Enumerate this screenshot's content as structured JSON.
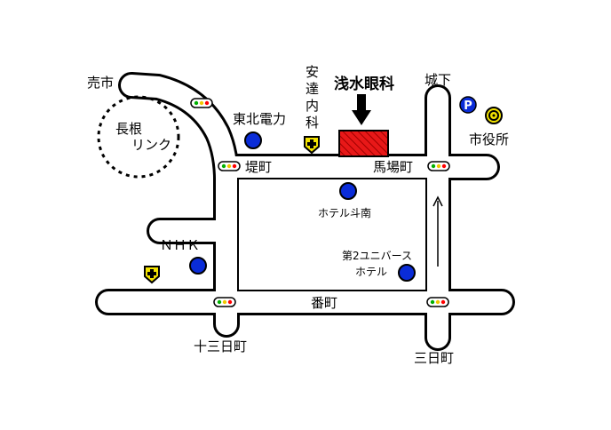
{
  "clinic": {
    "name": "浅水眼科"
  },
  "landmarks": {
    "urimachi": "売市",
    "nagane_rink": [
      "長根",
      "リンク"
    ],
    "adachi_naika": [
      "安",
      "達",
      "内",
      "科"
    ],
    "shirashita": "城下",
    "tohoku_denryoku": "東北電力",
    "city_hall": "市役所",
    "tsutsumimachi": "堤町",
    "babacho": "馬場町",
    "hotel_tonan": "ホテル斗南",
    "hotel_universe": [
      "第2ユニバース",
      "ホテル"
    ],
    "nhk": "ＮＨＫ",
    "bancho": "番町",
    "jusannichimachi": "十三日町",
    "mikkamachi": "三日町",
    "parking_letter": "P"
  },
  "colors": {
    "clinic_fill": "#e81818",
    "clinic_hatch": "#a00000",
    "blue_marker": "#0a2cd8",
    "hospital_marker": "#f2e200",
    "signal_red": "#ff0000",
    "signal_green": "#00b000",
    "signal_yellow": "#f0c800",
    "road_fill": "#ffffff",
    "road_stroke": "#000000"
  },
  "icons": {
    "parking": "parking-icon",
    "city_hall": "city-hall-icon",
    "hospital": "hospital-icon",
    "traffic_signal": "traffic-signal-icon",
    "pointer": "arrow-down-icon",
    "one_way": "one-way-arrow-icon"
  }
}
